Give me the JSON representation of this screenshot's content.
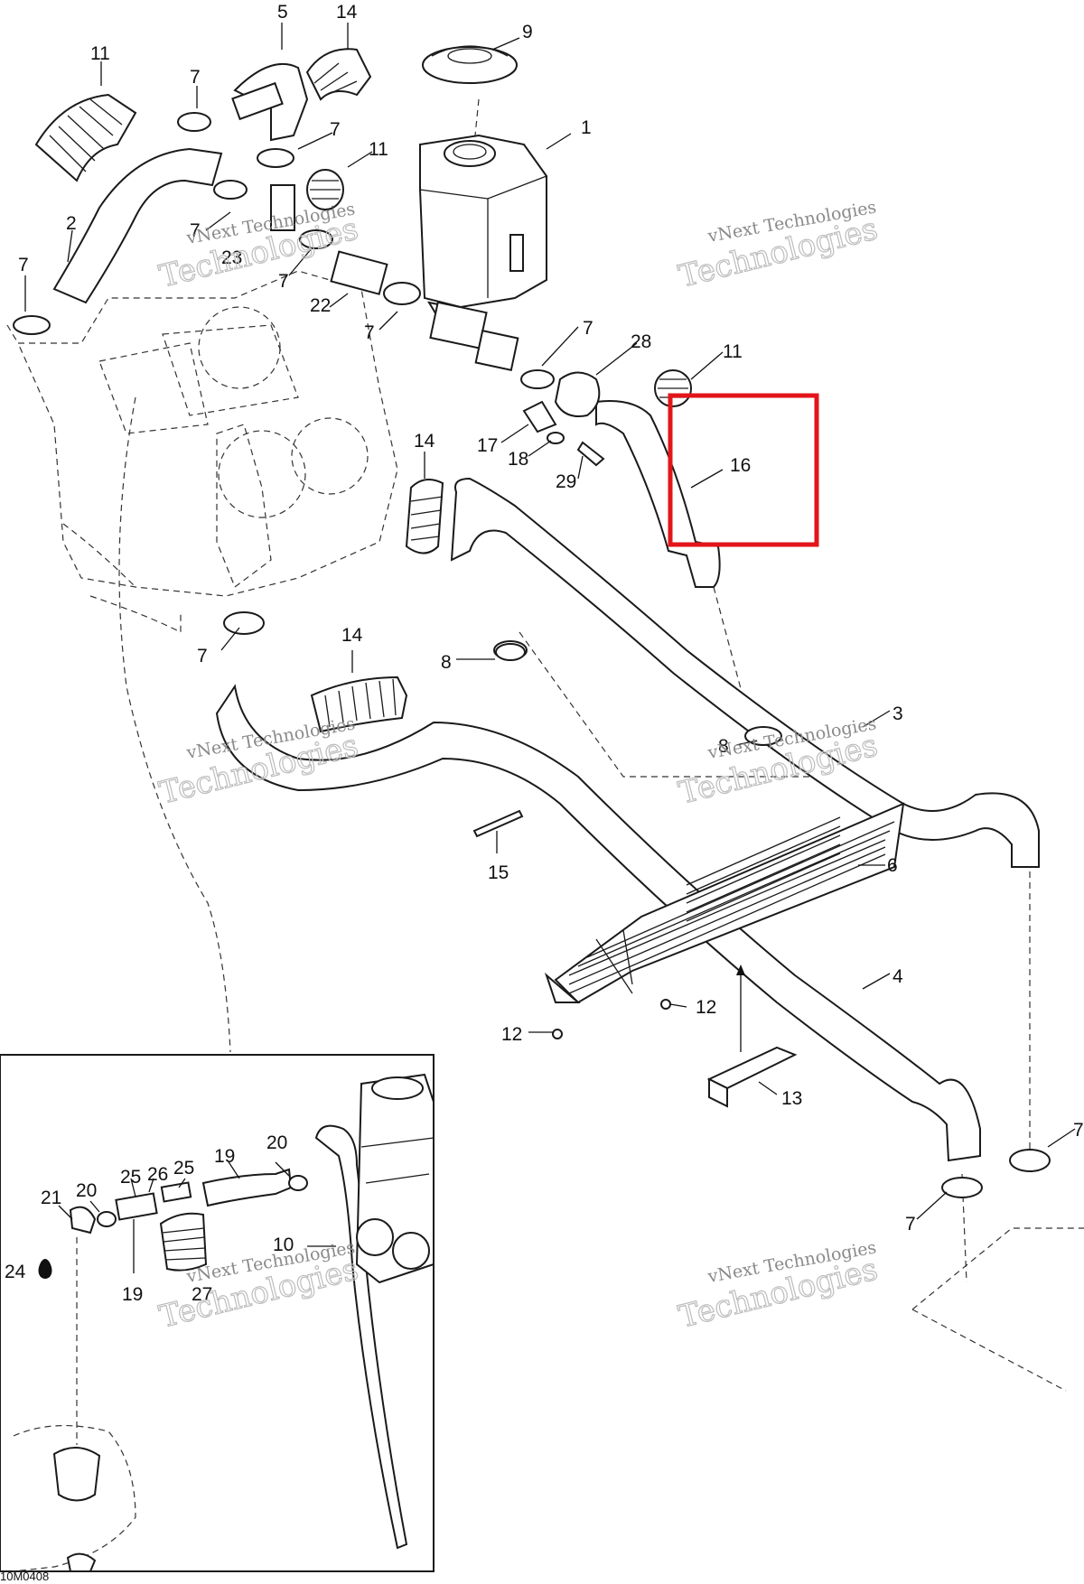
{
  "figure_id": "10M0408",
  "watermark": {
    "line1": "vNext Technologies",
    "line2": "Technologies"
  },
  "highlight": {
    "label": "16",
    "color": "#e3151a"
  },
  "callouts": [
    "1",
    "2",
    "3",
    "4",
    "5",
    "6",
    "7",
    "8",
    "9",
    "10",
    "11",
    "12",
    "13",
    "14",
    "15",
    "16",
    "17",
    "18",
    "19",
    "20",
    "21",
    "22",
    "23",
    "24",
    "25",
    "26",
    "27",
    "28",
    "29"
  ]
}
